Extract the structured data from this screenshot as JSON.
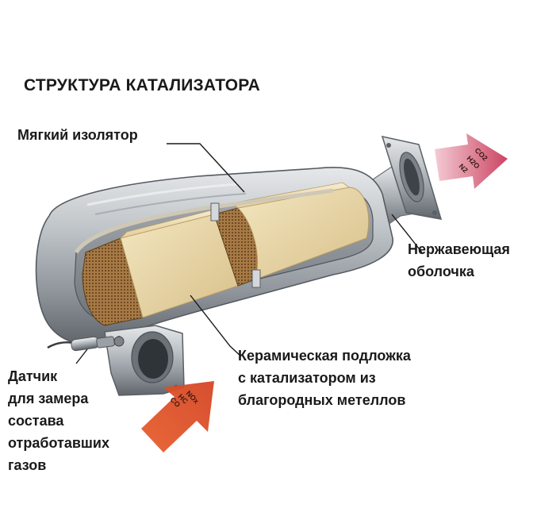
{
  "title": "СТРУКТУРА КАТАЛИЗАТОРА",
  "labels": {
    "insulator": "Мягкий изолятор",
    "shell": [
      "Нержавеющая",
      "оболочка"
    ],
    "substrate": [
      "Керамическая подложка",
      "с катализатором из",
      "благородных метеллов"
    ],
    "sensor": [
      "Датчик",
      "для замера",
      "состава",
      "отработавших",
      "газов"
    ]
  },
  "arrows": {
    "inlet": [
      "CO",
      "HC",
      "NOx"
    ],
    "outlet": [
      "CO2",
      "H2O",
      "N2"
    ]
  },
  "colors": {
    "inlet_arrow": "#e2552a",
    "outlet_arrow": "#d64662",
    "steel": "#b7bcc0",
    "ceramic": "#e9d6a5",
    "text": "#1a1a1a"
  }
}
